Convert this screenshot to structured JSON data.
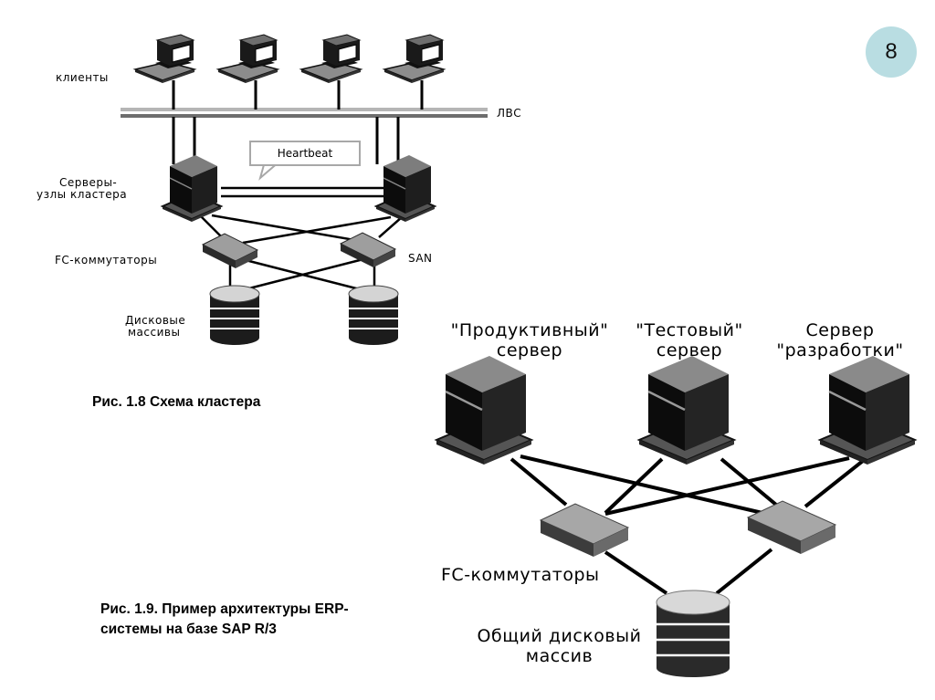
{
  "slide": {
    "page_number": "8",
    "badge_color": "#b9dde2"
  },
  "figure_1_8": {
    "labels": {
      "clients": "клиенты",
      "lan": "ЛВС",
      "cluster_nodes_line1": "Серверы-",
      "cluster_nodes_line2": "узлы кластера",
      "fc_switches": "FC-коммутаторы",
      "san": "SAN",
      "disk_arrays_line1": "Дисковые",
      "disk_arrays_line2": "массивы",
      "heartbeat": "Heartbeat"
    },
    "nodes": {
      "clients": 4,
      "servers": 2,
      "switches": 2,
      "disk_arrays": 2
    },
    "caption": "Рис. 1.8  Схема кластера"
  },
  "figure_1_9": {
    "servers": [
      {
        "line1": "\"Продуктивный\"",
        "line2": "сервер"
      },
      {
        "line1": "\"Тестовый\"",
        "line2": "сервер"
      },
      {
        "line1": "Сервер",
        "line2": "\"разработки\""
      }
    ],
    "fc_switches": "FC-коммутаторы",
    "shared_disk_line1": "Общий дисковый",
    "shared_disk_line2": "массив",
    "caption_line1": "Рис. 1.9. Пример архитектуры ERP-",
    "caption_line2": "системы на базе SAP R/3"
  }
}
